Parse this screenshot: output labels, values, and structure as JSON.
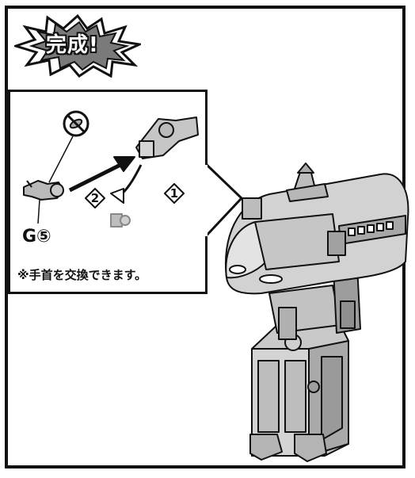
{
  "header": {
    "complete_label": "完成!"
  },
  "inset": {
    "part_label": "G⑤",
    "step_1": "1",
    "step_2": "2",
    "note": "※手首を交換できます。"
  },
  "icons": [
    "starburst-icon",
    "prohibited-icon",
    "hand-part-icon",
    "arrow-icon"
  ],
  "colors": {
    "outline": "#111111",
    "robot_fill": "#c9c9c9",
    "robot_shadow": "#8e8e8e",
    "hand_fill": "#b9b9b9"
  }
}
